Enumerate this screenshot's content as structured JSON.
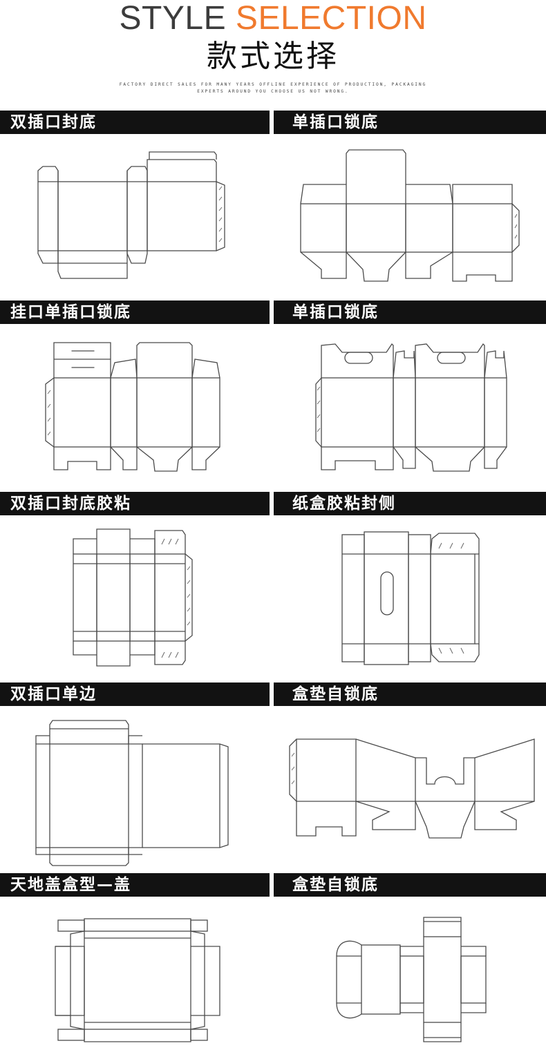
{
  "header": {
    "title_word1": "STYLE",
    "title_word2": "SELECTION",
    "title_cn": "款式选择",
    "tagline_line1": "FACTORY DIRECT SALES FOR MANY YEARS OFFLINE EXPERIENCE OF PRODUCTION, PACKAGING",
    "tagline_line2": "EXPERTS AROUND YOU CHOOSE US NOT WRONG.",
    "accent_color": "#f07a2e",
    "title_color": "#3c3c3c"
  },
  "styles": [
    {
      "label": "双插口封底"
    },
    {
      "label": "单插口锁底"
    },
    {
      "label": "挂口单插口锁底"
    },
    {
      "label": "单插口锁底"
    },
    {
      "label": "双插口封底胶粘"
    },
    {
      "label": "纸盒胶粘封侧"
    },
    {
      "label": "双插口单边"
    },
    {
      "label": "盒垫自锁底"
    },
    {
      "label": "天地盖盒型—盖"
    },
    {
      "label": "盒垫自锁底"
    }
  ],
  "bar_color": "#121212"
}
